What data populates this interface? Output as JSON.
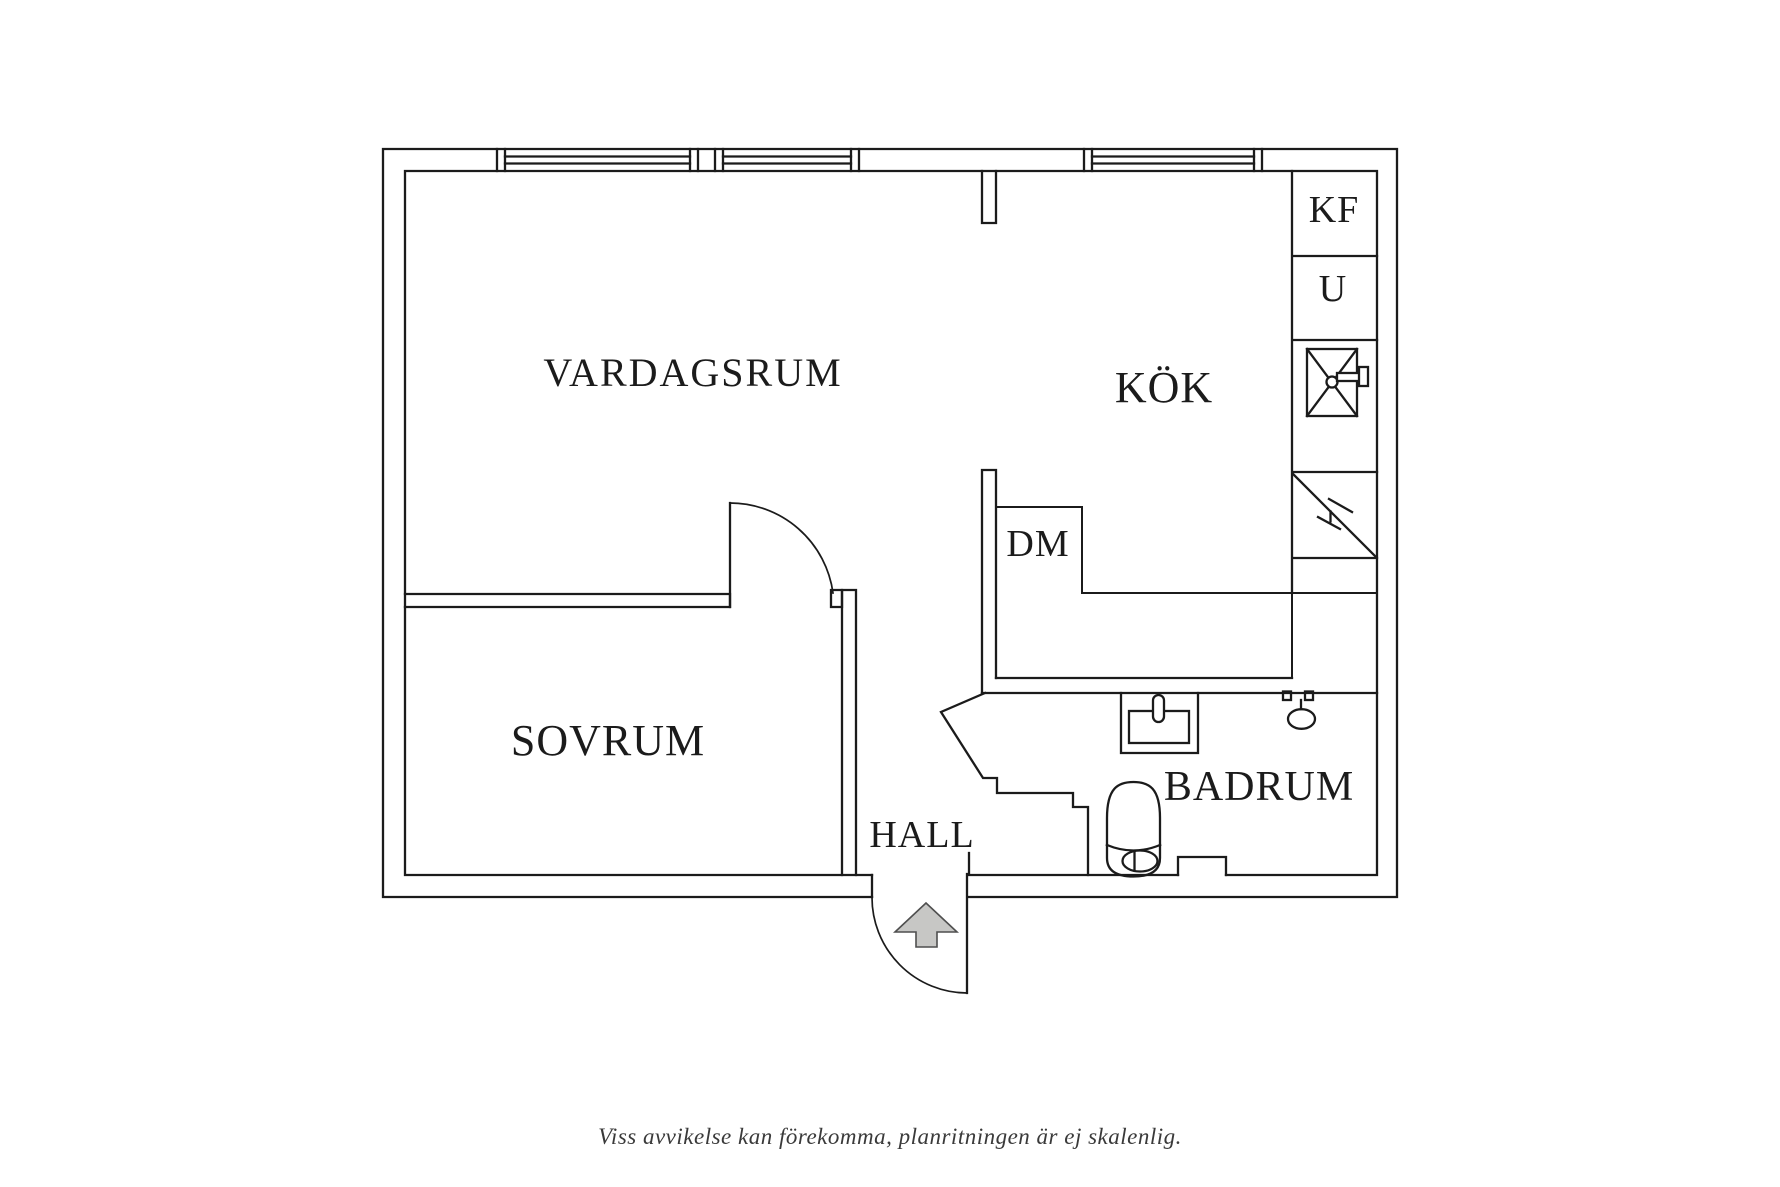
{
  "floorplan": {
    "rooms": {
      "vardagsrum": {
        "label": "VARDAGSRUM"
      },
      "kok": {
        "label": "KÖK"
      },
      "sovrum": {
        "label": "SOVRUM"
      },
      "hall": {
        "label": "HALL"
      },
      "badrum": {
        "label": "BADRUM"
      }
    },
    "appliances": {
      "kf": {
        "label": "KF"
      },
      "u": {
        "label": "U"
      },
      "dm": {
        "label": "DM"
      }
    },
    "caption": "Viss avvikelse kan förekomma, planritningen är ej skalenlig.",
    "colors": {
      "line": "#1b1b1b",
      "background": "#ffffff",
      "arrow_fill": "#c7c7c5",
      "caption_text": "#3a3a3a"
    }
  }
}
